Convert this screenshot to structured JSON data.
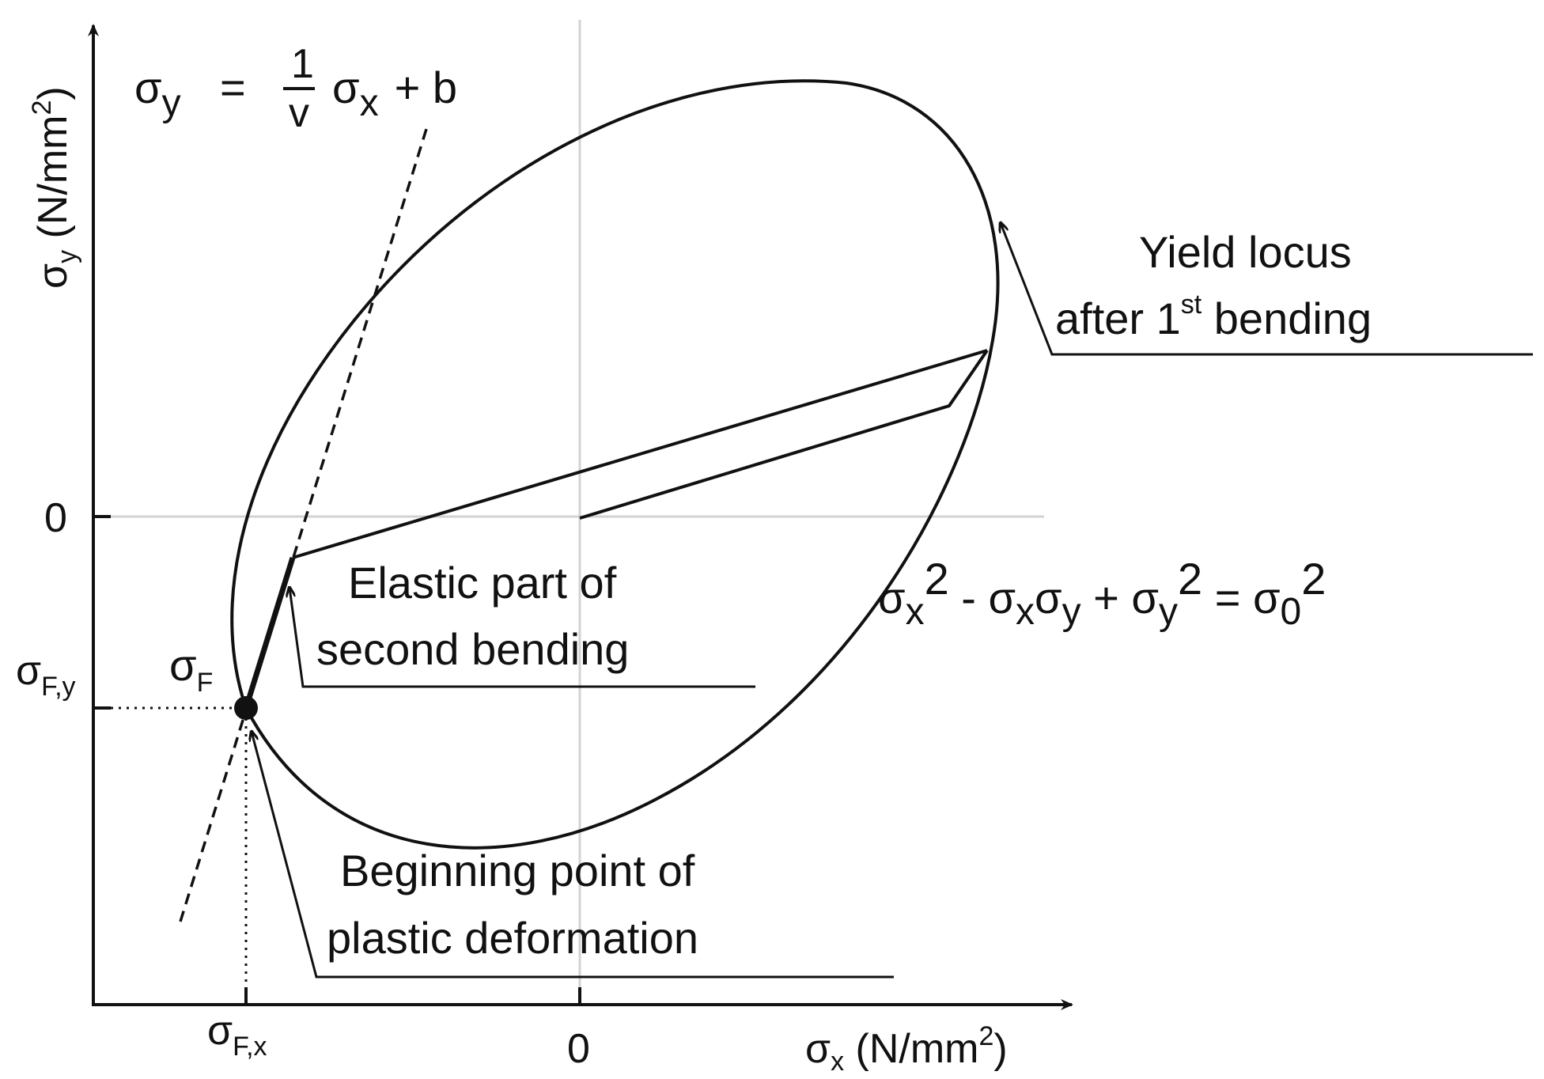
{
  "axes": {
    "y_label_symbol": "σ",
    "y_label_sub": "y",
    "y_label_unit": " (N/mm",
    "y_label_sup": "2",
    "y_label_close": ")",
    "x_label_symbol": "σ",
    "x_label_sub": "x",
    "x_label_unit": " (N/mm",
    "x_label_sup": "2",
    "x_label_close": ")",
    "y_tick_zero": "0",
    "x_tick_zero": "0",
    "y_tick_fy_symbol": "σ",
    "y_tick_fy_sub": "F,y",
    "x_tick_fx_symbol": "σ",
    "x_tick_fx_sub": "F,x"
  },
  "line_equation": {
    "lhs_symbol": "σ",
    "lhs_sub": "y",
    "equals": "=",
    "numerator": "1",
    "denominator": "v",
    "rhs_symbol": "σ",
    "rhs_sub": "x",
    "rhs_tail": "+ b"
  },
  "yield_equation": {
    "t1": "σ",
    "t1_sub": "x",
    "t1_sup": "2",
    "t2": " - σ",
    "t2_sub": "x",
    "t3": "σ",
    "t3_sub": "y",
    "t4": " + σ",
    "t4_sub": "y",
    "t4_sup": "2",
    "t5": " = σ",
    "t5_sub": "0",
    "t5_sup": "2"
  },
  "point_label": {
    "symbol": "σ",
    "sub": "F"
  },
  "annotations": {
    "yield_locus_line1": "Yield locus",
    "yield_locus_line2_a": "after 1",
    "yield_locus_line2_sup": "st",
    "yield_locus_line2_b": " bending",
    "elastic_line1": "Elastic part of",
    "elastic_line2": "second bending",
    "plastic_line1": "Beginning point of",
    "plastic_line2": "plastic deformation"
  }
}
